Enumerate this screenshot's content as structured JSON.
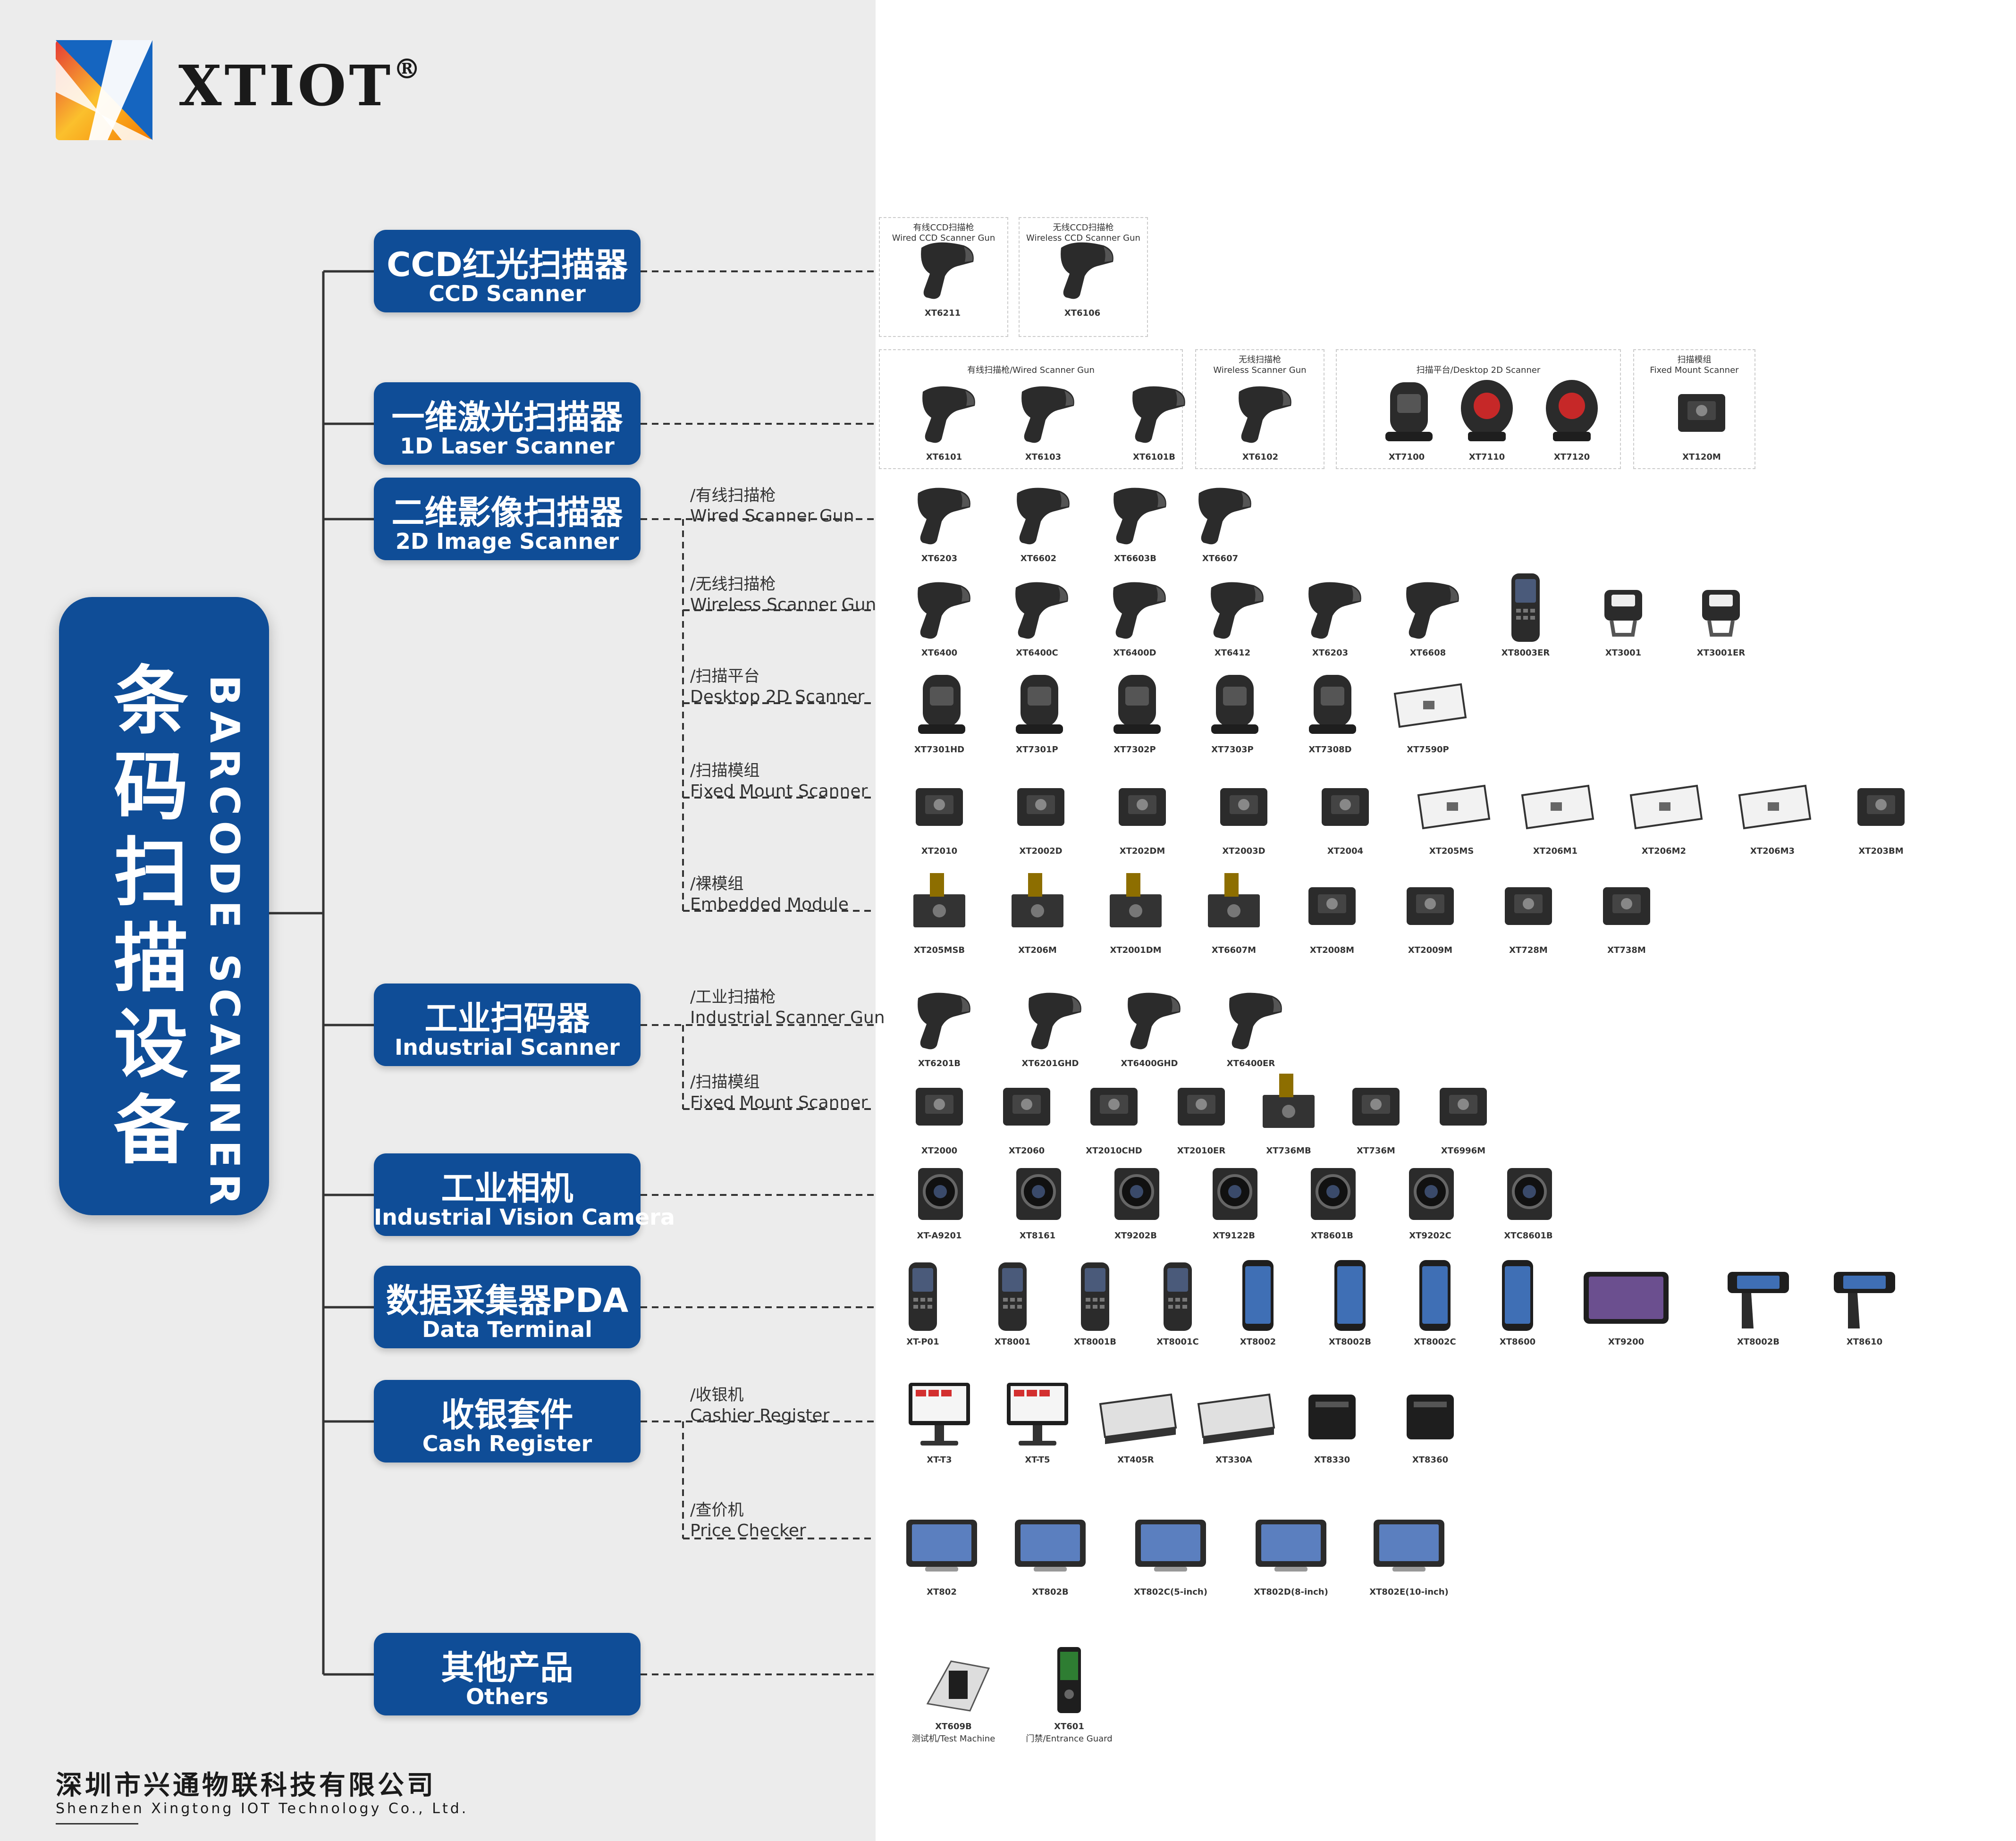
{
  "brand": {
    "name": "XTIOT",
    "registered": "®"
  },
  "root": {
    "title_cn": "条码扫描设备",
    "title_en": "BARCODE SCANNER"
  },
  "colors": {
    "primary": "#0f4d97",
    "left_bg": "#ececec",
    "text": "#1a1a1a",
    "dash": "#333333"
  },
  "footer": {
    "company_cn": "深圳市兴通物联科技有限公司",
    "company_en": "Shenzhen Xingtong IOT Technology Co., Ltd."
  },
  "categories": [
    {
      "cn": "CCD红光扫描器",
      "en": "CCD Scanner"
    },
    {
      "cn": "一维激光扫描器",
      "en": "1D Laser Scanner"
    },
    {
      "cn": "二维影像扫描器",
      "en": "2D Image Scanner"
    },
    {
      "cn": "工业扫码器",
      "en": "Industrial Scanner"
    },
    {
      "cn": "工业相机",
      "en": "Industrial Vision Camera"
    },
    {
      "cn": "数据采集器PDA",
      "en": "Data Terminal"
    },
    {
      "cn": "收银套件",
      "en": "Cash Register"
    },
    {
      "cn": "其他产品",
      "en": "Others"
    }
  ],
  "subcategories": [
    {
      "cn": "/有线扫描枪",
      "en": "Wired Scanner Gun"
    },
    {
      "cn": "/无线扫描枪",
      "en": "Wireless Scanner Gun"
    },
    {
      "cn": "/扫描平台",
      "en": "Desktop 2D Scanner"
    },
    {
      "cn": "/扫描模组",
      "en": "Fixed Mount Scanner"
    },
    {
      "cn": "/裸模组",
      "en": "Embedded Module"
    },
    {
      "cn": "/工业扫描枪",
      "en": "Industrial Scanner Gun"
    },
    {
      "cn": "/扫描模组",
      "en": "Fixed Mount Scanner"
    },
    {
      "cn": "/收银机",
      "en": "Cashier Register"
    },
    {
      "cn": "/查价机",
      "en": "Price Checker"
    }
  ],
  "boxes": [
    {
      "title_cn": "有线CCD扫描枪",
      "title_en": "Wired CCD Scanner Gun"
    },
    {
      "title_cn": "无线CCD扫描枪",
      "title_en": "Wireless CCD Scanner Gun"
    },
    {
      "title_cn": "",
      "title_en": "有线扫描枪/Wired Scanner Gun"
    },
    {
      "title_cn": "无线扫描枪",
      "title_en": "Wireless Scanner Gun"
    },
    {
      "title_cn": "",
      "title_en": "扫描平台/Desktop 2D Scanner"
    },
    {
      "title_cn": "扫描模组",
      "title_en": "Fixed Mount Scanner"
    }
  ],
  "products": {
    "ccd": [
      {
        "label": "XT6211",
        "icon": "gun-scanner-icon"
      },
      {
        "label": "XT6106",
        "icon": "gun-scanner-icon"
      }
    ],
    "laser": [
      {
        "label": "XT6101",
        "icon": "gun-scanner-icon"
      },
      {
        "label": "XT6103",
        "icon": "gun-scanner-icon"
      },
      {
        "label": "XT6101B",
        "icon": "gun-scanner-icon"
      },
      {
        "label": "XT6102",
        "icon": "gun-scanner-icon"
      },
      {
        "label": "XT7100",
        "icon": "desktop-scanner-icon"
      },
      {
        "label": "XT7110",
        "icon": "omni-scanner-icon"
      },
      {
        "label": "XT7120",
        "icon": "omni-scanner-icon"
      },
      {
        "label": "XT120M",
        "icon": "module-icon"
      }
    ],
    "wired2d": [
      {
        "label": "XT6203",
        "icon": "gun-scanner-icon"
      },
      {
        "label": "XT6602",
        "icon": "gun-scanner-icon"
      },
      {
        "label": "XT6603B",
        "icon": "gun-scanner-icon"
      },
      {
        "label": "XT6607",
        "icon": "gun-scanner-icon"
      }
    ],
    "wireless2d": [
      {
        "label": "XT6400",
        "icon": "gun-scanner-icon"
      },
      {
        "label": "XT6400C",
        "icon": "gun-scanner-icon"
      },
      {
        "label": "XT6400D",
        "icon": "gun-scanner-icon"
      },
      {
        "label": "XT6412",
        "icon": "gun-scanner-icon"
      },
      {
        "label": "XT6203",
        "icon": "gun-scanner-icon"
      },
      {
        "label": "XT6608",
        "icon": "gun-scanner-icon"
      },
      {
        "label": "XT8003ER",
        "icon": "handheld-icon"
      },
      {
        "label": "XT3001",
        "icon": "ring-scanner-icon"
      },
      {
        "label": "XT3001ER",
        "icon": "ring-scanner-icon"
      }
    ],
    "desktop2d": [
      {
        "label": "XT7301HD",
        "icon": "desktop-scanner-icon"
      },
      {
        "label": "XT7301P",
        "icon": "desktop-scanner-icon"
      },
      {
        "label": "XT7302P",
        "icon": "desktop-scanner-icon"
      },
      {
        "label": "XT7303P",
        "icon": "desktop-scanner-icon"
      },
      {
        "label": "XT7308D",
        "icon": "desktop-scanner-icon"
      },
      {
        "label": "XT7590P",
        "icon": "flat-scanner-icon"
      }
    ],
    "fixed2d": [
      {
        "label": "XT2010",
        "icon": "module-icon"
      },
      {
        "label": "XT2002D",
        "icon": "module-icon"
      },
      {
        "label": "XT202DM",
        "icon": "module-icon"
      },
      {
        "label": "XT2003D",
        "icon": "module-icon"
      },
      {
        "label": "XT2004",
        "icon": "module-icon"
      },
      {
        "label": "XT205MS",
        "icon": "flat-scanner-icon"
      },
      {
        "label": "XT206M1",
        "icon": "flat-scanner-icon"
      },
      {
        "label": "XT206M2",
        "icon": "flat-scanner-icon"
      },
      {
        "label": "XT206M3",
        "icon": "flat-scanner-icon"
      },
      {
        "label": "XT203BM",
        "icon": "module-icon"
      }
    ],
    "embedded": [
      {
        "label": "XT205MSB",
        "icon": "board-icon"
      },
      {
        "label": "XT206M",
        "icon": "board-icon"
      },
      {
        "label": "XT2001DM",
        "icon": "board-icon"
      },
      {
        "label": "XT6607M",
        "icon": "board-icon"
      },
      {
        "label": "XT2008M",
        "icon": "module-icon"
      },
      {
        "label": "XT2009M",
        "icon": "module-icon"
      },
      {
        "label": "XT728M",
        "icon": "module-icon"
      },
      {
        "label": "XT738M",
        "icon": "module-icon"
      }
    ],
    "indgun": [
      {
        "label": "XT6201B",
        "icon": "gun-scanner-icon"
      },
      {
        "label": "XT6201GHD",
        "icon": "gun-scanner-icon"
      },
      {
        "label": "XT6400GHD",
        "icon": "gun-scanner-icon"
      },
      {
        "label": "XT6400ER",
        "icon": "gun-scanner-icon"
      }
    ],
    "indfixed": [
      {
        "label": "XT2000",
        "icon": "module-icon"
      },
      {
        "label": "XT2060",
        "icon": "module-icon"
      },
      {
        "label": "XT2010CHD",
        "icon": "module-icon"
      },
      {
        "label": "XT2010ER",
        "icon": "module-icon"
      },
      {
        "label": "XT736MB",
        "icon": "board-icon"
      },
      {
        "label": "XT736M",
        "icon": "module-icon"
      },
      {
        "label": "XT6996M",
        "icon": "module-icon"
      }
    ],
    "camera": [
      {
        "label": "XT-A9201",
        "icon": "camera-icon"
      },
      {
        "label": "XT8161",
        "icon": "camera-icon"
      },
      {
        "label": "XT9202B",
        "icon": "camera-icon"
      },
      {
        "label": "XT9122B",
        "icon": "camera-icon"
      },
      {
        "label": "XT8601B",
        "icon": "camera-icon"
      },
      {
        "label": "XT9202C",
        "icon": "camera-icon"
      },
      {
        "label": "XTC8601B",
        "icon": "camera-icon"
      }
    ],
    "pda": [
      {
        "label": "XT-P01",
        "icon": "handheld-icon"
      },
      {
        "label": "XT8001",
        "icon": "handheld-icon"
      },
      {
        "label": "XT8001B",
        "icon": "handheld-icon"
      },
      {
        "label": "XT8001C",
        "icon": "handheld-icon"
      },
      {
        "label": "XT8002",
        "icon": "phone-icon"
      },
      {
        "label": "XT8002B",
        "icon": "phone-icon"
      },
      {
        "label": "XT8002C",
        "icon": "phone-icon"
      },
      {
        "label": "XT8600",
        "icon": "phone-icon"
      },
      {
        "label": "XT9200",
        "icon": "tablet-icon"
      },
      {
        "label": "XT8002B",
        "icon": "pistol-pda-icon"
      },
      {
        "label": "XT8610",
        "icon": "pistol-pda-icon"
      }
    ],
    "cashier": [
      {
        "label": "XT-T3",
        "icon": "pos-icon"
      },
      {
        "label": "XT-T5",
        "icon": "pos-icon"
      },
      {
        "label": "XT405R",
        "icon": "cash-drawer-icon"
      },
      {
        "label": "XT330A",
        "icon": "cash-drawer-icon"
      },
      {
        "label": "XT8330",
        "icon": "printer-icon"
      },
      {
        "label": "XT8360",
        "icon": "printer-icon"
      }
    ],
    "price": [
      {
        "label": "XT802",
        "icon": "price-checker-icon"
      },
      {
        "label": "XT802B",
        "icon": "price-checker-icon"
      },
      {
        "label": "XT802C(5-inch)",
        "icon": "price-checker-icon"
      },
      {
        "label": "XT802D(8-inch)",
        "icon": "price-checker-icon"
      },
      {
        "label": "XT802E(10-inch)",
        "icon": "price-checker-icon"
      }
    ],
    "others": [
      {
        "label": "XT609B",
        "label2": "测试机/Test Machine",
        "icon": "test-machine-icon"
      },
      {
        "label": "XT601",
        "label2": "门禁/Entrance Guard",
        "icon": "entrance-guard-icon"
      }
    ]
  }
}
